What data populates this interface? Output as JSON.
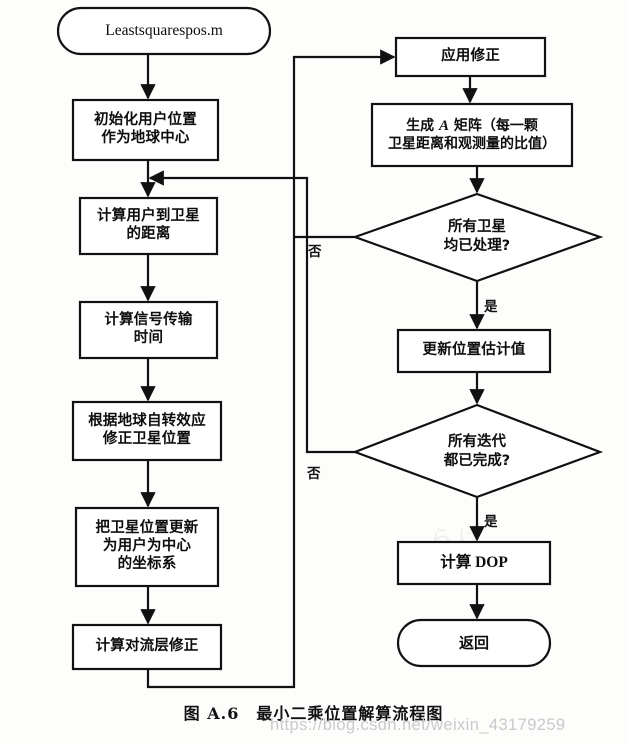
{
  "figure": {
    "caption": "图 A.6　最小二乘位置解算流程图",
    "watermark": "https://blog.csdn.net/weixin_43179259",
    "colors": {
      "stroke": "#111111",
      "background": "#fdfdfb",
      "text": "#0d0d0d",
      "watermark": "#c9c9c9"
    }
  },
  "nodes": {
    "start": {
      "shape": "terminator",
      "label": "Leastsquarespos.m"
    },
    "init_pos": {
      "shape": "process",
      "line1": "初始化用户位置",
      "line2": "作为地球中心"
    },
    "calc_range": {
      "shape": "process",
      "line1": "计算用户到卫星",
      "line2": "的距离"
    },
    "calc_prop_time": {
      "shape": "process",
      "line1": "计算信号传输",
      "line2": "时间"
    },
    "earth_rotation": {
      "shape": "process",
      "line1": "根据地球自转效应",
      "line2": "修正卫星位置"
    },
    "user_centered": {
      "shape": "process",
      "line1": "把卫星位置更新",
      "line2": "为用户为中心",
      "line3": "的坐标系"
    },
    "tropo": {
      "shape": "process",
      "line1": "计算对流层修正"
    },
    "apply_corr": {
      "shape": "process",
      "line1": "应用修正"
    },
    "build_a": {
      "shape": "process",
      "line1_pre": "生成 ",
      "line1_italic": "A",
      "line1_post": " 矩阵（每一颗",
      "line2": "卫星距离和观测量的比值）"
    },
    "all_sats": {
      "shape": "decision",
      "line1": "所有卫星",
      "line2": "均已处理?"
    },
    "update_est": {
      "shape": "process",
      "line1": "更新位置估计值"
    },
    "all_iters": {
      "shape": "decision",
      "line1": "所有迭代",
      "line2": "都已完成?"
    },
    "calc_dop": {
      "shape": "process",
      "line1": "计算 DOP"
    },
    "return": {
      "shape": "terminator",
      "label": "返回"
    }
  },
  "edge_labels": {
    "sats_no": "否",
    "sats_yes": "是",
    "iters_no": "否",
    "iters_yes": "是"
  }
}
